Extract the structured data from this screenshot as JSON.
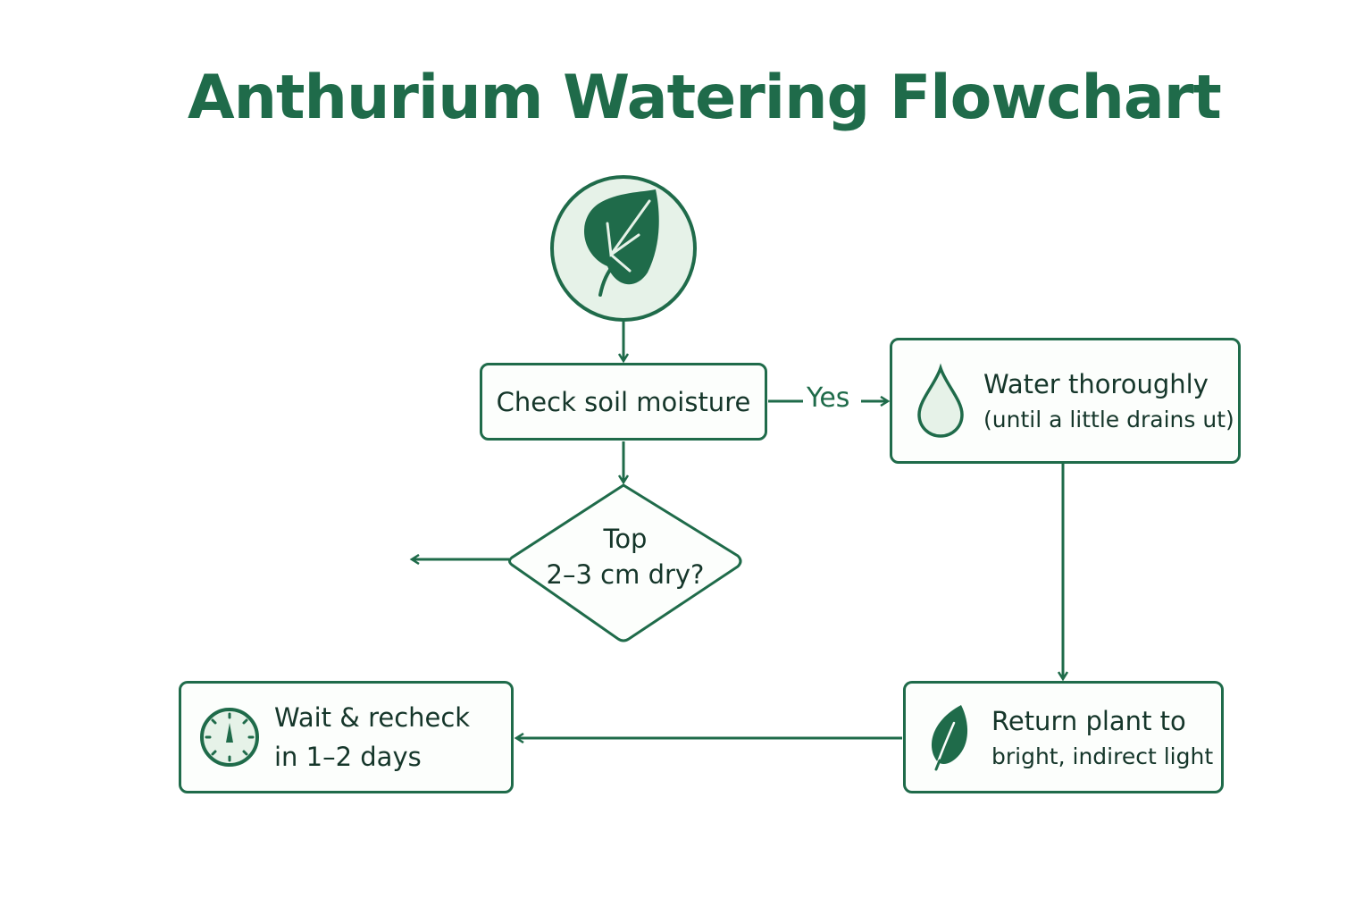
{
  "title": "Anthurium Watering Flowchart",
  "colors": {
    "primary": "#1f6b4a",
    "light_fill": "#e6f2e8",
    "text": "#15362a"
  },
  "nodes": {
    "start": {
      "icon": "leaf-icon"
    },
    "check": {
      "label": "Check soil moisture"
    },
    "decision": {
      "line1": "Top",
      "line2": "2–3 cm dry?"
    },
    "water": {
      "icon": "water-drop-icon",
      "line1": "Water thoroughly",
      "line2": "(until a little drains ut)"
    },
    "wait": {
      "icon": "clock-icon",
      "line1": "Wait & recheck",
      "line2": "in 1–2 days"
    },
    "return": {
      "icon": "leaf-icon",
      "line1": "Return plant to",
      "line2": "bright, indirect light"
    }
  },
  "edges": {
    "yes_label": "Yes"
  }
}
